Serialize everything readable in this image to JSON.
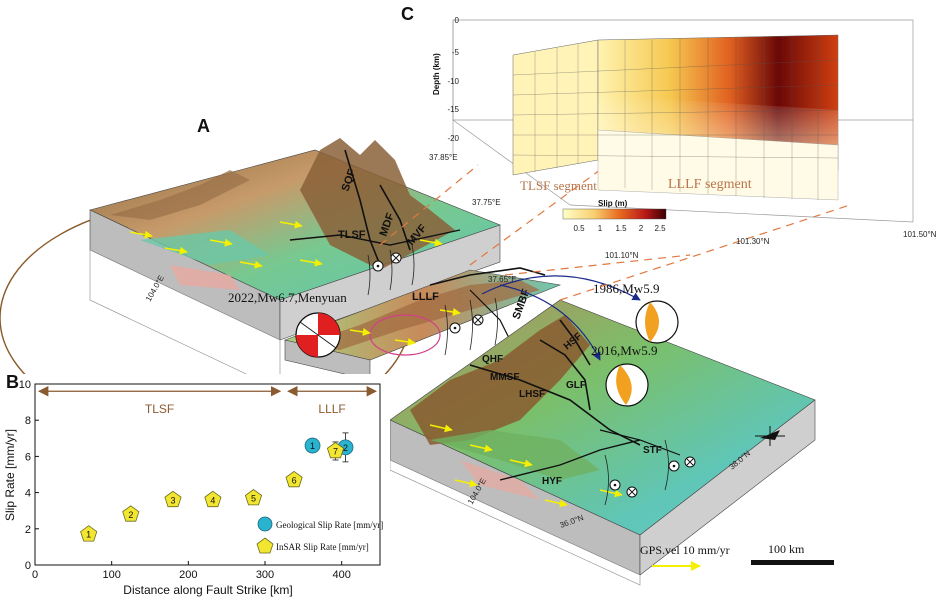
{
  "panels": {
    "a": "A",
    "b": "B",
    "c": "C"
  },
  "panel_a": {
    "fault_labels": {
      "sqf": "SQF",
      "mdf": "MDF",
      "mvf": "MVF",
      "tlsf": "TLSF",
      "lllf": "LLLF",
      "smbf": "SMBF",
      "qhf": "QHF",
      "mmsf": "MMSF",
      "lhsf": "LHSF",
      "hsf": "HSF",
      "glf": "GLF",
      "stf": "STF",
      "hyf": "HYF"
    },
    "events": {
      "e2022": "2022,Mw6.7,Menyuan",
      "e1986": "1986,Mw5.9",
      "e2016": "2016,Mw5.9"
    },
    "box_coords": {
      "lat_north": "37.75°E",
      "lat_mid": "37.65°E",
      "lon_1": "104.0°E",
      "lon_2": "104.0°E",
      "lat_1": "38.0°N",
      "lat_2": "36.0°N"
    },
    "legend": {
      "gps": "GPS.vel 10 mm/yr",
      "scale": "100 km"
    },
    "colors": {
      "gps_arrow": "#f5f000",
      "terrain_low": "#5fd0c0",
      "terrain_high": "#9a6a3a"
    }
  },
  "panel_c": {
    "z_axis_label": "Depth (km)",
    "z_ticks": [
      "0",
      "-5",
      "-10",
      "-15",
      "-20"
    ],
    "lat_ticks": [
      "37.85°E",
      "37.75°E",
      "37.65°E"
    ],
    "lon_ticks": [
      "101.10°N",
      "101.30°N",
      "101.50°N"
    ],
    "segment_labels": [
      "TLSF segment",
      "LLLF segment"
    ],
    "colorbar": {
      "title": "Slip (m)",
      "ticks": [
        "0.5",
        "1",
        "1.5",
        "2",
        "2.5"
      ]
    }
  },
  "chart_data": {
    "type": "scatter",
    "xlabel": "Distance along Fault Strike [km]",
    "ylabel": "Slip Rate [mm/yr]",
    "xlim": [
      0,
      450
    ],
    "ylim": [
      0,
      10
    ],
    "x_ticks": [
      "0",
      "100",
      "200",
      "300",
      "400"
    ],
    "y_ticks": [
      "0",
      "2",
      "4",
      "6",
      "8",
      "10"
    ],
    "segments": [
      {
        "label": "TLSF",
        "x_start": 0,
        "x_end": 325
      },
      {
        "label": "LLLF",
        "x_start": 325,
        "x_end": 450
      }
    ],
    "series": [
      {
        "name": "Geological Slip Rate [mm/yr]",
        "marker": "circle",
        "color": "#2ab3cf",
        "points": [
          {
            "label": "1",
            "x": 362,
            "y": 6.6
          },
          {
            "label": "2",
            "x": 405,
            "y": 6.5,
            "err": 0.8
          }
        ]
      },
      {
        "name": "InSAR Slip Rate [mm/yr]",
        "marker": "pentagon",
        "color": "#f2e630",
        "points": [
          {
            "label": "1",
            "x": 70,
            "y": 1.7
          },
          {
            "label": "2",
            "x": 125,
            "y": 2.8
          },
          {
            "label": "3",
            "x": 180,
            "y": 3.6
          },
          {
            "label": "4",
            "x": 232,
            "y": 3.6
          },
          {
            "label": "5",
            "x": 285,
            "y": 3.7
          },
          {
            "label": "6",
            "x": 338,
            "y": 4.7
          },
          {
            "label": "7",
            "x": 392,
            "y": 6.3,
            "err": 0.5
          }
        ]
      }
    ]
  }
}
